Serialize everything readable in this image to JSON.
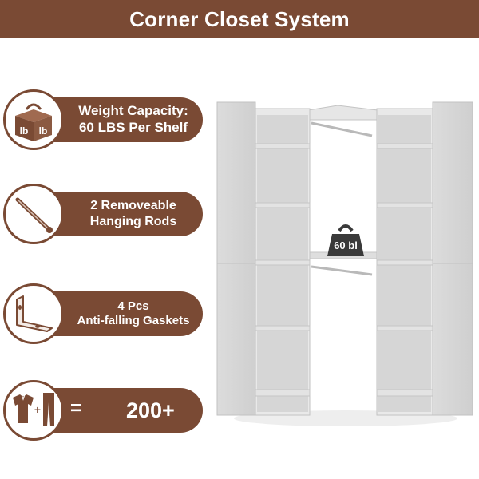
{
  "header": {
    "title": "Corner Closet System"
  },
  "features": [
    {
      "icon": "weight-icon",
      "lines": [
        "Weight Capacity:",
        "60 LBS Per Shelf"
      ],
      "icon_labels": [
        "lb",
        "lb"
      ]
    },
    {
      "icon": "hanging-rod-icon",
      "lines": [
        "2 Removeable",
        "Hanging Rods"
      ]
    },
    {
      "icon": "gasket-icon",
      "lines": [
        "4 Pcs",
        "Anti-falling Gaskets"
      ]
    },
    {
      "icon": "clothes-icon",
      "operator": "+",
      "equals": "=",
      "value": "200+"
    }
  ],
  "product": {
    "image": "corner-closet-shelf-unit",
    "weight_badge": "60 bl"
  },
  "colors": {
    "brand": "#7a4a34",
    "background": "#ffffff",
    "shelf": "#d9d9d9"
  }
}
